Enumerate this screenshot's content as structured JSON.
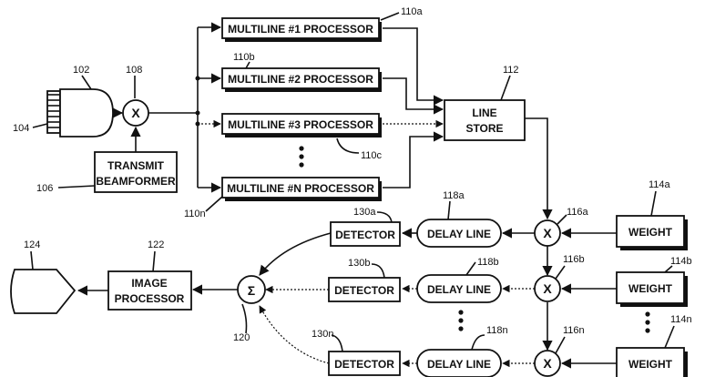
{
  "blocks": {
    "ml1": "MULTILINE #1 PROCESSOR",
    "ml2": "MULTILINE #2 PROCESSOR",
    "ml3": "MULTILINE #3 PROCESSOR",
    "mln": "MULTILINE #N PROCESSOR",
    "line_store_1": "LINE",
    "line_store_2": "STORE",
    "transmit_1": "TRANSMIT",
    "transmit_2": "BEAMFORMER",
    "image_proc_1": "IMAGE",
    "image_proc_2": "PROCESSOR",
    "detector": "DETECTOR",
    "delay_line": "DELAY LINE",
    "weight": "WEIGHT"
  },
  "symbols": {
    "multiply": "X",
    "sum": "Σ"
  },
  "refs": {
    "r102": "102",
    "r104": "104",
    "r106": "106",
    "r108": "108",
    "r110a": "110a",
    "r110b": "110b",
    "r110c": "110c",
    "r110n": "110n",
    "r112": "112",
    "r114a": "114a",
    "r114b": "114b",
    "r114n": "114n",
    "r116a": "116a",
    "r116b": "116b",
    "r116n": "116n",
    "r118a": "118a",
    "r118b": "118b",
    "r118n": "118n",
    "r120": "120",
    "r122": "122",
    "r124": "124",
    "r130a": "130a",
    "r130b": "130b",
    "r130n": "130n"
  }
}
